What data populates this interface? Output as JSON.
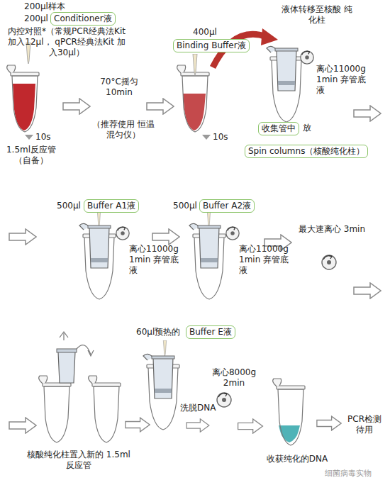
{
  "diagram": {
    "nodes": [
      {
        "text": [
          "Conditioner液"
        ]
      },
      {
        "text": [
          "Binding Buffer液"
        ]
      },
      {
        "text": [
          "收集管中"
        ]
      },
      {
        "text": [
          "Spin columns（核酸纯化柱）"
        ]
      },
      {
        "text": [
          "Buffer A1液"
        ]
      },
      {
        "text": [
          "Buffer A2液"
        ]
      },
      {
        "text": [
          "Buffer E液"
        ]
      }
    ],
    "labels": [
      "200μl样本",
      "200μl",
      "内控对照*（常规PCR经典法Kit 加入12μl， qPCR经典法Kit 加入30μl）",
      "10s",
      "1.5ml反应管 （自备）",
      "70°C摇匀 10min",
      "（推荐使用 恒温混匀仪）",
      "400μl",
      "10s",
      "液体转移至核酸 纯化柱",
      "离心11000g 1min 弃管底液",
      "放",
      "500μl",
      "离心11000g 1min 弃管底液",
      "500μl",
      "离心11000g 1min 弃管底液",
      "最大速离心 3min",
      "核酸纯化柱置入新的 1.5ml反应管",
      "60μl预热的",
      "洗脱DNA",
      "离心8000g 2min",
      "收获纯化的DNA",
      "PCR检测 待用",
      "细菌病毒实物"
    ]
  }
}
